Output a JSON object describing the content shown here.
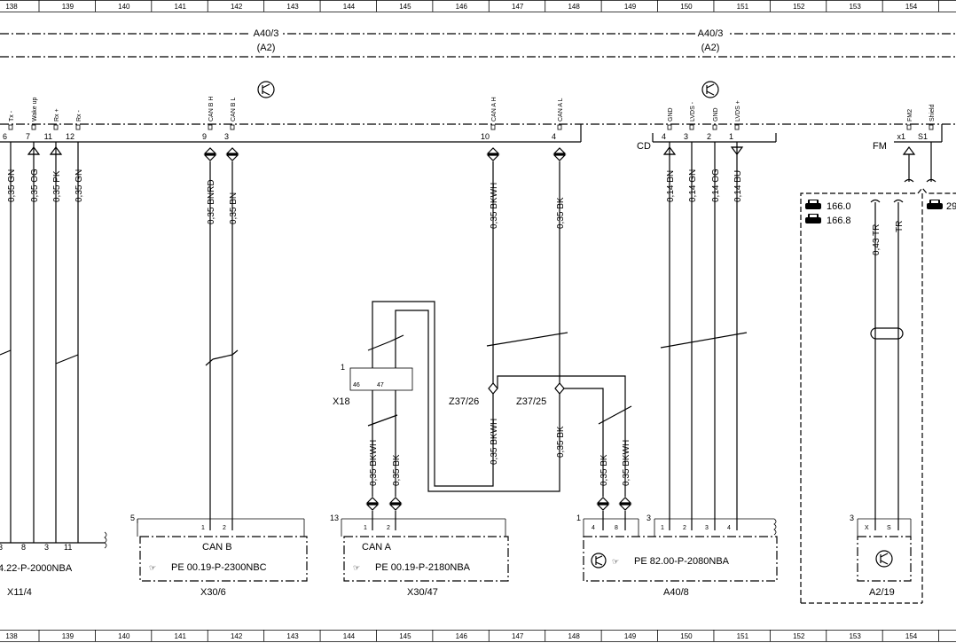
{
  "grid": {
    "columns": [
      "138",
      "139",
      "140",
      "141",
      "142",
      "143",
      "144",
      "145",
      "146",
      "147",
      "148",
      "149",
      "150",
      "151",
      "152",
      "153",
      "154"
    ]
  },
  "top_components": [
    {
      "name": "A40/3",
      "sub": "(A2)"
    },
    {
      "name": "A40/3",
      "sub": "(A2)"
    }
  ],
  "connector_left": {
    "pins": [
      "6",
      "7",
      "11",
      "12",
      "9",
      "3",
      "10",
      "4"
    ],
    "signals": [
      "Tx -",
      "Wake up",
      "Rx +",
      "Rx -",
      "CAN B H",
      "CAN B L",
      "CAN A H",
      "CAN A L"
    ]
  },
  "connector_cd": {
    "label": "CD",
    "pins": [
      "4",
      "3",
      "2",
      "1"
    ],
    "signals": [
      "GND",
      "LVDS -",
      "GND",
      "LVDS +"
    ]
  },
  "connector_fm": {
    "label": "FM",
    "pins": [
      "x1",
      "S1"
    ],
    "signals": [
      "FM2",
      "Shield"
    ]
  },
  "wires": {
    "left": [
      "0,35 GN",
      "0,35 OG",
      "0,35 PK",
      "0,35 GN"
    ],
    "canb": [
      "0,35 BNRD",
      "0,35 BN"
    ],
    "cana": [
      "0,35 BKWH",
      "0,35 BK"
    ],
    "cd": [
      "0,14 BN",
      "0,14 GN",
      "0,14 OG",
      "0,14 BU"
    ],
    "fm": [
      "0,43 TR",
      "TR"
    ],
    "x18_down": [
      "0,35 BKWH",
      "0,35 BK"
    ],
    "z37_down": [
      "0,35 BKWH",
      "0,35 BK"
    ],
    "a408_in": [
      "0,35 BK",
      "0,35 BKWH"
    ]
  },
  "variants": {
    "v1": "166.0",
    "v2": "166.8",
    "v3": "29"
  },
  "x18": {
    "label": "X18",
    "num": "1",
    "pins": [
      "46",
      "47"
    ]
  },
  "splices": [
    "Z37/26",
    "Z37/25"
  ],
  "bottom_modules": [
    {
      "id": "X11/4",
      "ref": "4.22-P-2000NBA",
      "pins": [
        "3",
        "8",
        "3",
        "11"
      ],
      "num": ""
    },
    {
      "id": "X30/6",
      "ref": "PE 00.19-P-2300NBC",
      "title": "CAN B",
      "pins": [
        "1",
        "2"
      ],
      "num": "5"
    },
    {
      "id": "X30/47",
      "ref": "PE 00.19-P-2180NBA",
      "title": "CAN A",
      "pins": [
        "1",
        "2"
      ],
      "num": "13"
    },
    {
      "id": "A40/8",
      "ref": "PE 82.00-P-2080NBA",
      "pins": [
        "4",
        "8",
        "1",
        "2",
        "3",
        "4"
      ],
      "num": "1",
      "num2": "3"
    },
    {
      "id": "A2/19",
      "ref": "",
      "pins": [
        "X",
        "S"
      ],
      "num": "3"
    }
  ]
}
